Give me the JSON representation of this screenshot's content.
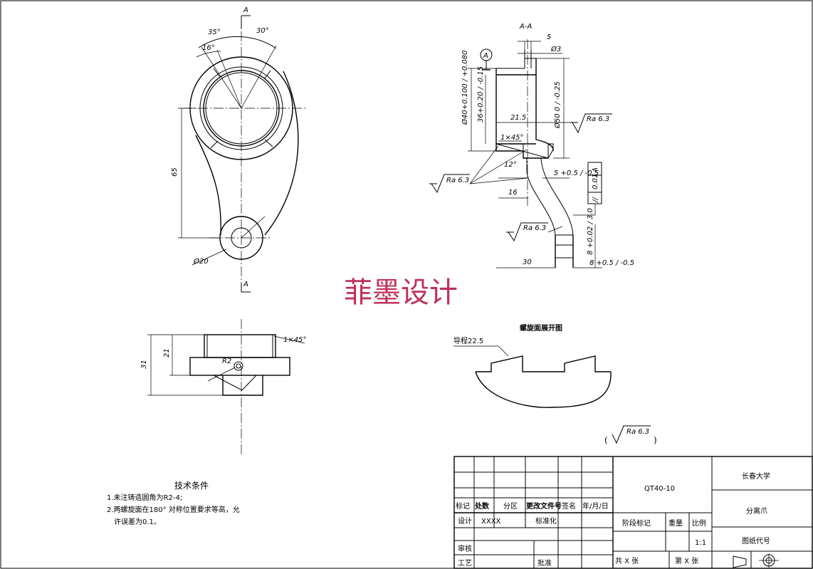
{
  "section_view": {
    "label": "A-A",
    "dims": {
      "slot_width": "5",
      "hole_dia": "Ø3",
      "bore_dia": "Ø40+0.100 / +0.080",
      "inner_height": "36+0.20 / -0.15",
      "inner_depth": "21.5",
      "outer_dia": "Ø50 0 / -0.25",
      "chamfer": "1×45°",
      "angle": "12°",
      "width_16": "16",
      "width_30": "30",
      "thickness": "5 +0.5 / -0.5",
      "thickness_b": "8 +0.5 / -0.5",
      "pad_height": "8 +0.02 / 3.0"
    },
    "datum": "A",
    "tolerance_frame": [
      "//",
      "0.01",
      "A"
    ],
    "roughness": [
      "Ra 6.3",
      "Ra 6.3",
      "Ra 6.3"
    ]
  },
  "front_view": {
    "section_mark": "A",
    "angle_35": "35°",
    "angle_30": "30°",
    "angle_16": "16°",
    "height_65": "65",
    "dia_20": "Ø20"
  },
  "bottom_view": {
    "height_31": "31",
    "height_21": "21",
    "radius": "R2",
    "chamfer": "1×45°"
  },
  "helix_view": {
    "title": "螺旋面展开图",
    "lead": "导程22.5"
  },
  "general_roughness": "Ra 6.3",
  "watermark": "菲墨设计",
  "tech_req": {
    "title": "技术条件",
    "line1": "1.未注铸造圆角为R2-4;",
    "line2": "2.两螺旋面在180° 对称位置要求等高，允",
    "line3": "许误差为0.1。"
  },
  "title_block": {
    "material": "QT40-10",
    "school": "长春大学",
    "part_name": "分离爪",
    "drawing_no": "图纸代号",
    "col_headers": [
      "标记",
      "处数",
      "分区",
      "更改文件号",
      "签名",
      "年/月/日"
    ],
    "design_label": "设计",
    "designer": "XXXX",
    "standardize_label": "标准化",
    "review_label": "审核",
    "process_label": "工艺",
    "approve_label": "批准",
    "stage_label": "阶段标记",
    "weight_label": "重量",
    "scale_label": "比例",
    "scale_value": "1:1",
    "sheets_total": "共 X 张",
    "sheet_no": "第 X 张"
  }
}
